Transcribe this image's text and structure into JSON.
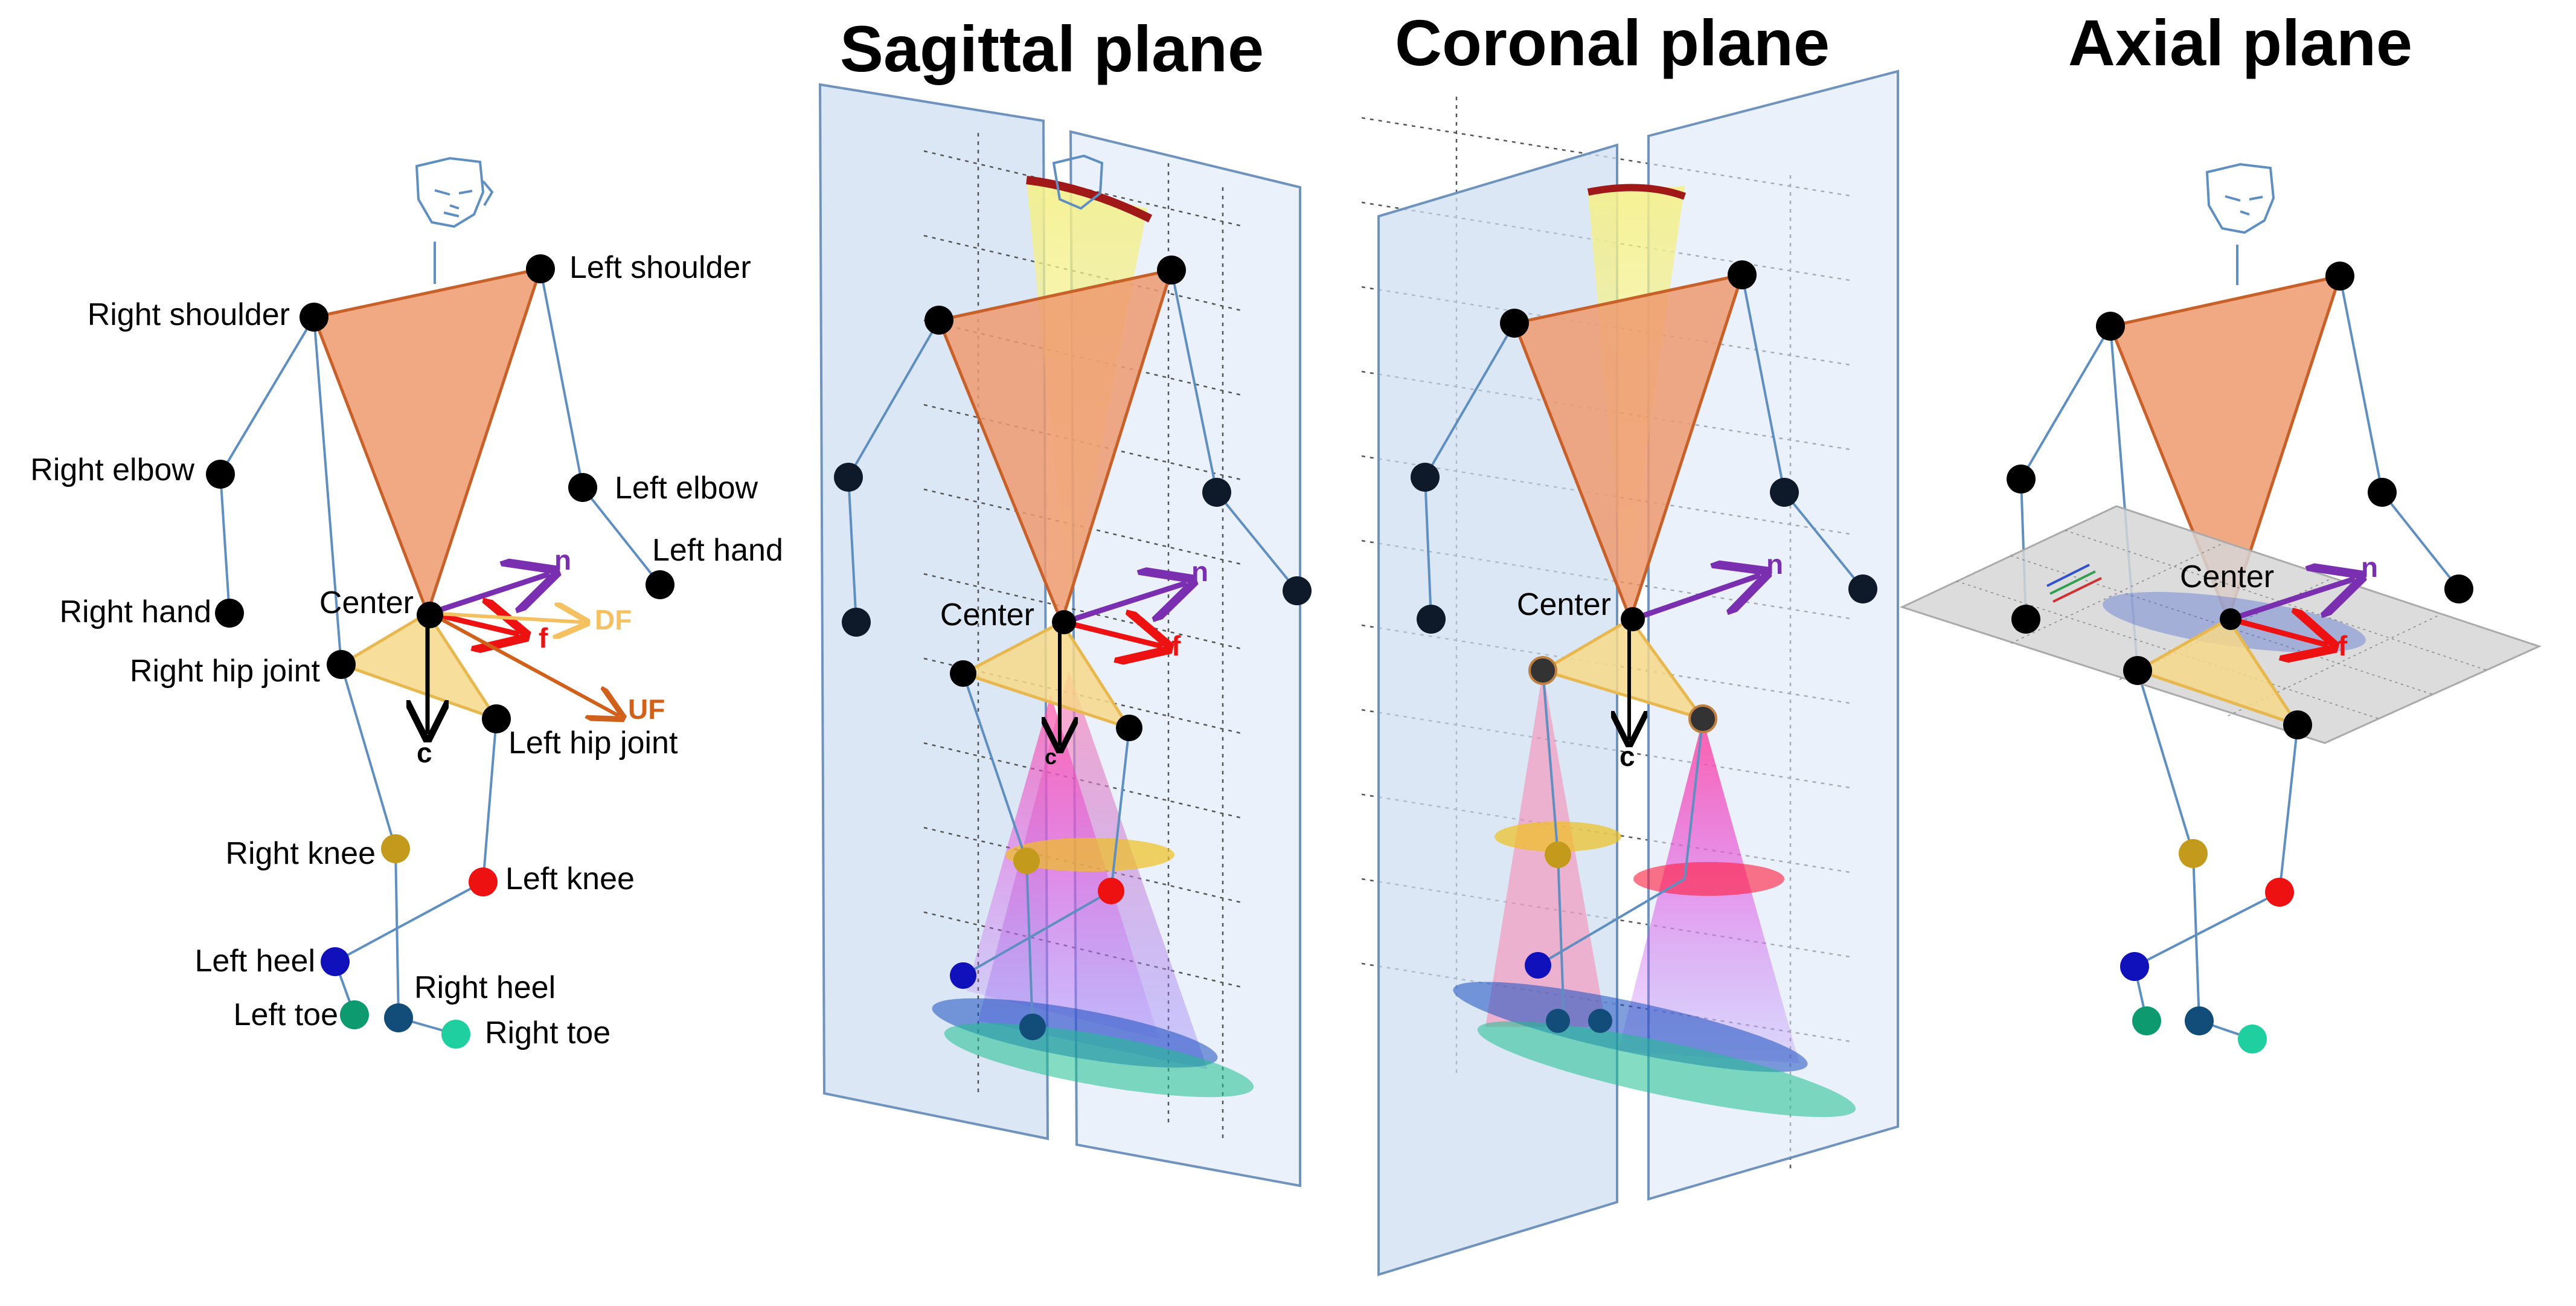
{
  "titles": {
    "sagittal": "Sagittal plane",
    "coronal": "Coronal plane",
    "axial": "Axial plane"
  },
  "joints": {
    "right_shoulder": "Right shoulder",
    "left_shoulder": "Left shoulder",
    "right_elbow": "Right elbow",
    "left_elbow": "Left elbow",
    "left_hand": "Left hand",
    "right_hand": "Right hand",
    "center": "Center",
    "right_hip": "Right hip joint",
    "left_hip": "Left hip joint",
    "right_knee": "Right knee",
    "left_knee": "Left knee",
    "left_heel": "Left heel",
    "right_heel": "Right heel",
    "left_toe": "Left toe",
    "right_toe": "Right toe"
  },
  "vectors": {
    "n": "n",
    "f": "f",
    "df": "DF",
    "uf": "UF",
    "c": "c"
  },
  "colors": {
    "joint": "#000000",
    "knee_right": "#c49a1c",
    "knee_left": "#ee1111",
    "heel_left": "#1111bb",
    "heel_right": "#124d7a",
    "toe_left": "#0d9a6e",
    "toe_right": "#1fcf9f",
    "vec_n": "#7a2fb0",
    "vec_f": "#ee1111",
    "vec_df": "#f5c060",
    "vec_uf": "#d0601a",
    "vec_c": "#000000"
  }
}
